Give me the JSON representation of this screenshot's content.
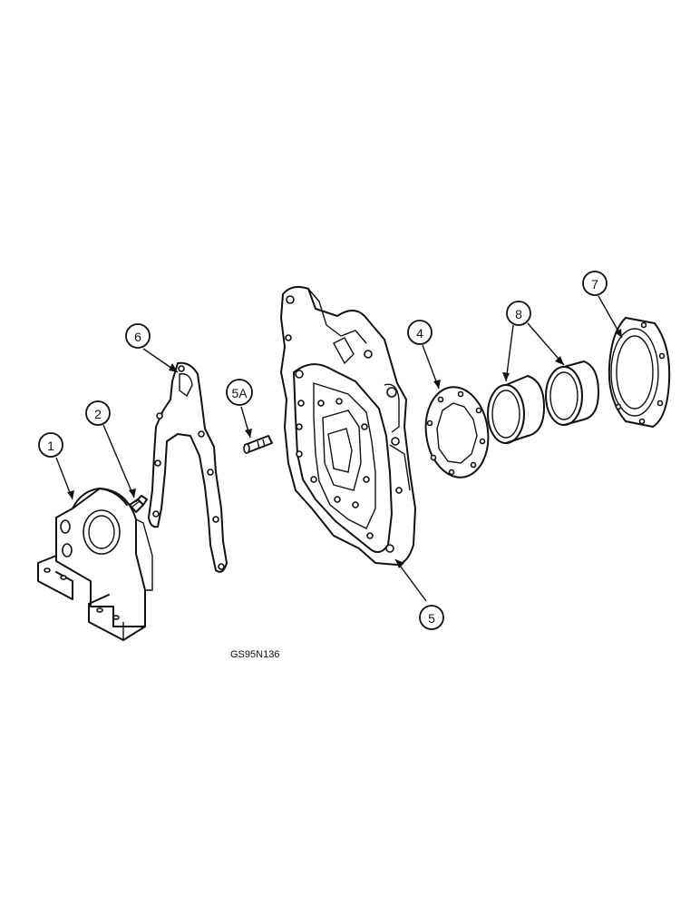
{
  "drawing_code": "GS95N136",
  "callouts": [
    {
      "id": "1",
      "label": "1"
    },
    {
      "id": "2",
      "label": "2"
    },
    {
      "id": "6",
      "label": "6"
    },
    {
      "id": "5A",
      "label": "5A"
    },
    {
      "id": "4",
      "label": "4"
    },
    {
      "id": "8",
      "label": "8"
    },
    {
      "id": "7",
      "label": "7"
    },
    {
      "id": "5",
      "label": "5"
    }
  ]
}
